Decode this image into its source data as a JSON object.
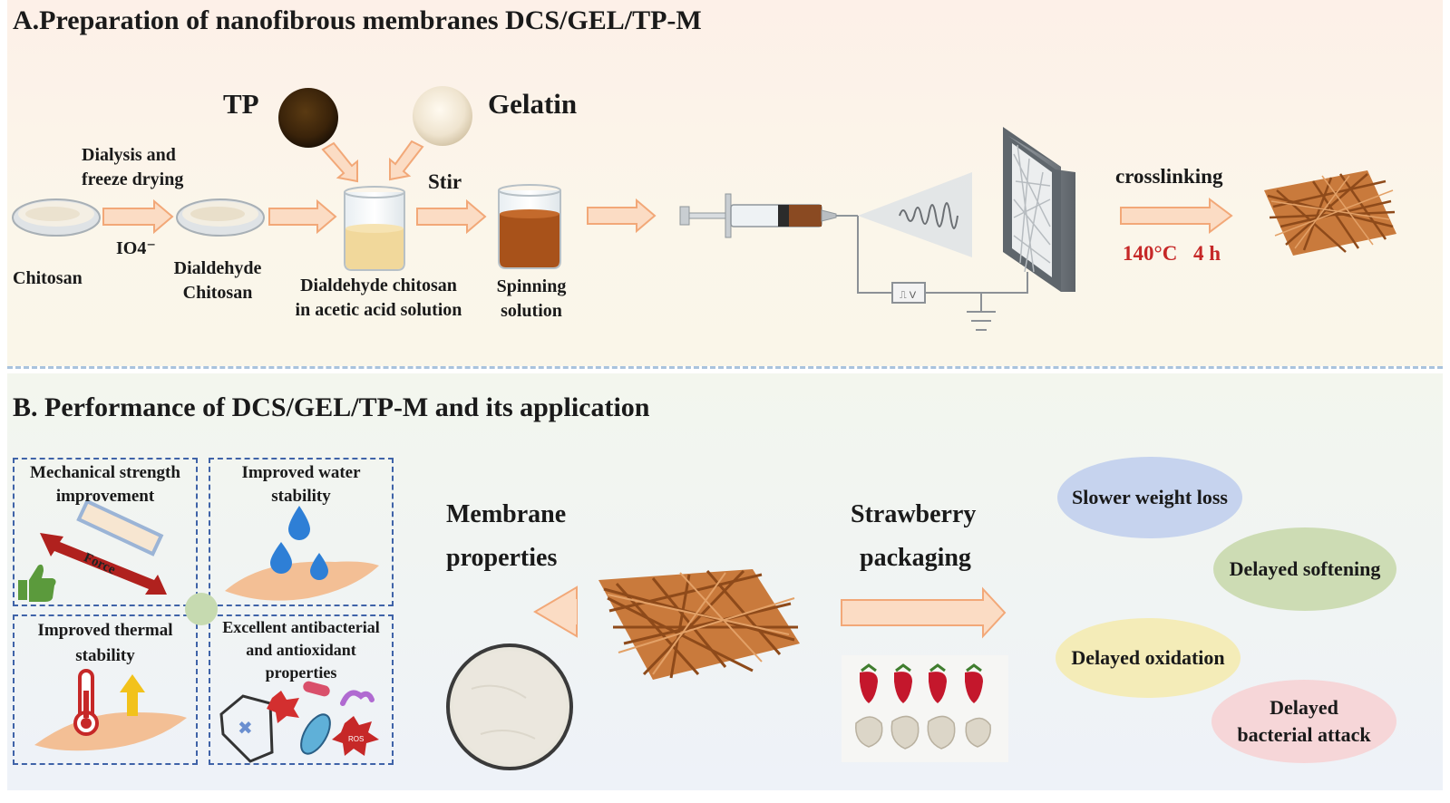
{
  "panel_a": {
    "title": "A.Preparation of nanofibrous membranes DCS/GEL/TP-M",
    "tp_label": "TP",
    "gelatin_label": "Gelatin",
    "dialysis_label_1": "Dialysis and",
    "dialysis_label_2": "freeze drying",
    "periodate_label": "IO4⁻",
    "chitosan_label": "Chitosan",
    "dialdehyde_label_1": "Dialdehyde",
    "dialdehyde_label_2": "Chitosan",
    "dcs_solution_label_1": "Dialdehyde chitosan",
    "dcs_solution_label_2": "in acetic acid solution",
    "stir_label": "Stir",
    "spinning_label_1": "Spinning",
    "spinning_label_2": "solution",
    "crosslinking_label": "crosslinking",
    "temperature_label": "140°C",
    "time_label": "4 h"
  },
  "panel_b": {
    "title": "B. Performance of DCS/GEL/TP-M and its application",
    "mechanical_1": "Mechanical strength",
    "mechanical_2": "improvement",
    "force_label": "Force",
    "water_1": "Improved water",
    "water_2": "stability",
    "thermal_1": "Improved thermal",
    "thermal_2": "stability",
    "antibac_1": "Excellent antibacterial",
    "antibac_2": "and antioxidant",
    "antibac_3": "properties",
    "ros_label": "ROS",
    "membrane_1": "Membrane",
    "membrane_2": "properties",
    "strawberry_1": "Strawberry",
    "strawberry_2": "packaging",
    "effect_weight": "Slower weight loss",
    "effect_softening": "Delayed softening",
    "effect_oxidation": "Delayed oxidation",
    "effect_bacterial_1": "Delayed",
    "effect_bacterial_2": "bacterial attack"
  },
  "colors": {
    "arrow_fill": "#fbdcc4",
    "arrow_stroke": "#f2a878",
    "box_border": "#3f63a8",
    "separator": "#a9c3dd",
    "oval_weight": "#c6d3ee",
    "oval_softening": "#cddcb4",
    "oval_oxidation": "#f4ecb8",
    "oval_bacterial": "#f6d6d8",
    "temperature_red": "#c62828",
    "fiber_brown": "#b8692e"
  }
}
